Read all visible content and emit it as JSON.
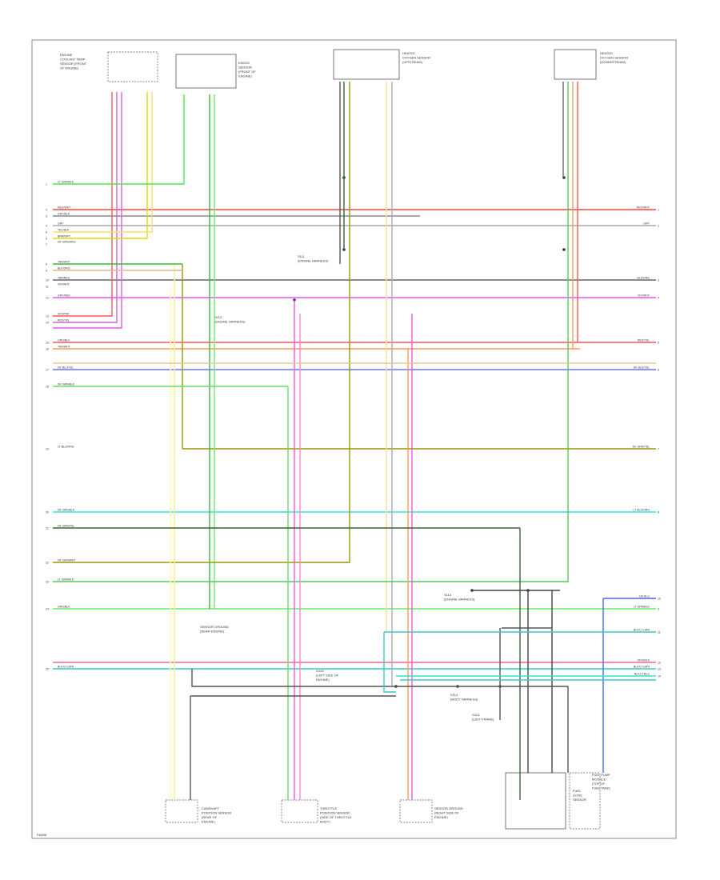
{
  "figure_code": "P48498",
  "components": {
    "engine_coolant_temp": [
      "ENGINE",
      "COOLANT TEMP",
      "SENSOR (FRONT",
      "OF ENGINE)"
    ],
    "knock_sensor": [
      "KNOCK",
      "SENSOR",
      "(FRONT OF",
      "ENGINE)"
    ],
    "camshaft_position_sensor": [
      "CAMSHAFT",
      "POSITION SENSOR",
      "(REAR OF",
      "ENGINE)"
    ],
    "heated_oxygen_sensor_upstream": [
      "HEATED",
      "OXYGEN SENSOR",
      "(UPSTREAM)"
    ],
    "heated_oxygen_sensor_downstream": [
      "HEATED",
      "OXYGEN SENSOR",
      "(DOWNSTREAM)"
    ],
    "throttle_position_sensor": [
      "THROTTLE",
      "POSITION SENSOR",
      "(SIDE OF THROTTLE",
      "BODY)"
    ],
    "fuel_pump_module": [
      "FUEL PUMP",
      "MODULE",
      "(TOP OF",
      "FUEL TANK)"
    ],
    "fuel_level_sensor": [
      "FUEL",
      "LEVEL",
      "SENSOR"
    ],
    "sensor_ground": [
      "SENSOR GROUND",
      "(NEAR ENGINE)"
    ],
    "sensor_ground_2": [
      "SENSOR GROUND",
      "(RIGHT SIDE OF",
      "ENGINE)"
    ],
    "splice_s1": [
      "S111",
      "(ENGINE HARNESS)"
    ],
    "splice_s2": [
      "S112",
      "(ENGINE HARNESS)"
    ],
    "splice_s3": [
      "S113",
      "(ENGINE HARNESS)"
    ],
    "splice_s4": [
      "S114",
      "(BODY HARNESS)"
    ],
    "ground_g1": [
      "G100",
      "(LEFT SIDE OF",
      "ENGINE)"
    ],
    "ground_g2": [
      "G101",
      "(LEFT FRAME)"
    ]
  },
  "wires": {
    "left": [
      {
        "label": "LT GRN/BLK",
        "pin": "1",
        "color": "#44ee44"
      },
      {
        "label": "RED/WHT",
        "pin": "2",
        "color": "#ff4444"
      },
      {
        "label": "GRY/BLK",
        "pin": "3",
        "color": "#888888"
      },
      {
        "label": "GRY",
        "pin": "4",
        "color": "#aaaaaa"
      },
      {
        "label": "YEL/BLK",
        "pin": "5",
        "color": "#dddd00"
      },
      {
        "label": "BRN/WHT",
        "pin": "6",
        "color": "#bbaa66"
      },
      {
        "label": "DK GRN/ORG",
        "pin": "7",
        "color": "#33bb33"
      },
      {
        "label": "TAN/WHT",
        "pin": "8",
        "color": "#ddbb88"
      },
      {
        "label": "BLK/ORG",
        "pin": "9",
        "color": "#666666"
      },
      {
        "label": "TAN/RED",
        "pin": "10",
        "color": "#ee99aa"
      },
      {
        "label": "VIO/WHT",
        "pin": "11",
        "color": "#ee55ee"
      },
      {
        "label": "GRY/RED",
        "pin": "12",
        "color": "#cc6666"
      },
      {
        "label": "VIO/PNK",
        "pin": "13",
        "color": "#cc66cc"
      },
      {
        "label": "RED/YEL",
        "pin": "14",
        "color": "#ff5555"
      },
      {
        "label": "ORG/BLK",
        "pin": "15",
        "color": "#ff9955"
      },
      {
        "label": "TAN/WHT",
        "pin": "16",
        "color": "#ddcc99"
      },
      {
        "label": "DK BLU/YEL",
        "pin": "17",
        "color": "#6677ff"
      },
      {
        "label": "DK GRN/BLK",
        "pin": "18",
        "color": "#44aa44"
      },
      {
        "label": "LT BLU/ORG",
        "pin": "19",
        "color": "#33dddd"
      },
      {
        "label": "DK GRN/BLK",
        "pin": "20",
        "color": "#336633"
      },
      {
        "label": "DK GRN/YEL",
        "pin": "21",
        "color": "#999900"
      },
      {
        "label": "DK GRN/WHT",
        "pin": "22",
        "color": "#55cc55"
      },
      {
        "label": "LT GRN/BLK",
        "pin": "23",
        "color": "#66ee66"
      },
      {
        "label": "ORG/BLK",
        "pin": "24",
        "color": "#ff6688"
      },
      {
        "label": "BLK/LT GRN",
        "pin": "25",
        "color": "#33cccc"
      }
    ],
    "right": [
      {
        "label": "RED/WHT",
        "pin": "1",
        "color": "#ff4444"
      },
      {
        "label": "GRY",
        "pin": "2",
        "color": "#aaaaaa"
      },
      {
        "label": "BLK/ORG",
        "pin": "3",
        "color": "#666666"
      },
      {
        "label": "VIO/WHT",
        "pin": "4",
        "color": "#ee55ee"
      },
      {
        "label": "RED/YEL",
        "pin": "5",
        "color": "#ff5555"
      },
      {
        "label": "DK BLU/YEL",
        "pin": "6",
        "color": "#6677ff"
      },
      {
        "label": "DK GRN/YEL",
        "pin": "7",
        "color": "#999900"
      },
      {
        "label": "LT BLU/ORG",
        "pin": "8",
        "color": "#33dddd"
      },
      {
        "label": "LT GRN/BLK",
        "pin": "9",
        "color": "#66ee66"
      },
      {
        "label": "DK BLU",
        "pin": "10",
        "color": "#4466ff"
      },
      {
        "label": "BLK/LT GRN",
        "pin": "11",
        "color": "#33cccc"
      },
      {
        "label": "ORG/BLK",
        "pin": "12",
        "color": "#ff6688"
      },
      {
        "label": "BLK/LT GRN",
        "pin": "13",
        "color": "#33cccc"
      },
      {
        "label": "BLK/LT BLU",
        "pin": "14",
        "color": "#33dddd"
      }
    ]
  }
}
